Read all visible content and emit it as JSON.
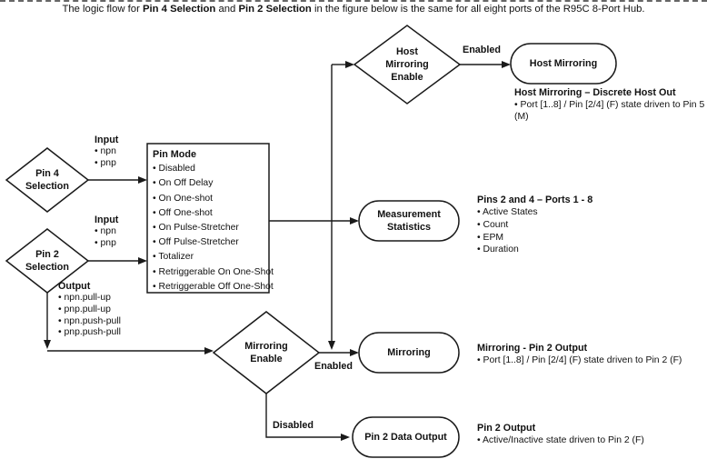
{
  "title": {
    "seg1": "The logic flow for ",
    "bold1": "Pin 4 Selection",
    "seg2": " and ",
    "bold2": "Pin 2 Selection",
    "seg3": " in the figure below is the same for all eight ports of the R95C 8-Port Hub."
  },
  "nodes": {
    "pin4_selection": {
      "label": "Pin 4\nSelection"
    },
    "pin2_selection": {
      "label": "Pin 2\nSelection"
    },
    "host_mirroring_enable": {
      "label": "Host\nMirroring\nEnable"
    },
    "mirroring_enable": {
      "label": "Mirroring\nEnable"
    },
    "pin_mode": {
      "header": "Pin Mode",
      "items": [
        "• Disabled",
        "• On Off Delay",
        "• On One-shot",
        "• Off One-shot",
        "• On Pulse-Stretcher",
        "• Off Pulse-Stretcher",
        "• Totalizer",
        "• Retriggerable On One-Shot",
        "• Retriggerable Off One-Shot"
      ]
    },
    "host_mirroring": {
      "label": "Host Mirroring"
    },
    "measurement_statistics": {
      "label": "Measurement\nStatistics"
    },
    "mirroring": {
      "label": "Mirroring"
    },
    "pin2_data_output": {
      "label": "Pin 2 Data Output"
    }
  },
  "edge_labels": {
    "pin4_input": {
      "header": "Input",
      "items": [
        "• npn",
        "• pnp"
      ]
    },
    "pin2_input": {
      "header": "Input",
      "items": [
        "• npn",
        "• pnp"
      ]
    },
    "pin2_output": {
      "header": "Output",
      "items": [
        "• npn.pull-up",
        "• pnp.pull-up",
        "• npn.push-pull",
        "• pnp.push-pull"
      ]
    },
    "host_enabled": "Enabled",
    "mirroring_enabled": "Enabled",
    "mirroring_disabled": "Disabled"
  },
  "notes": {
    "host_mirroring": {
      "header": "Host Mirroring – Discrete Host Out",
      "items": [
        "• Port [1..8] / Pin [2/4] (F) state driven to Pin 5 (M)"
      ]
    },
    "statistics": {
      "header": "Pins 2 and 4 – Ports 1 - 8",
      "items": [
        "• Active States",
        "• Count",
        "• EPM",
        "• Duration"
      ]
    },
    "mirroring": {
      "header": "Mirroring - Pin 2 Output",
      "items": [
        "• Port [1..8] / Pin [2/4] (F) state driven to Pin 2 (F)"
      ]
    },
    "pin2_output": {
      "header": "Pin 2 Output",
      "items": [
        "• Active/Inactive state driven to Pin 2 (F)"
      ]
    }
  },
  "colors": {
    "line": "#1a1a1a",
    "text": "#111111",
    "background": "#ffffff"
  }
}
